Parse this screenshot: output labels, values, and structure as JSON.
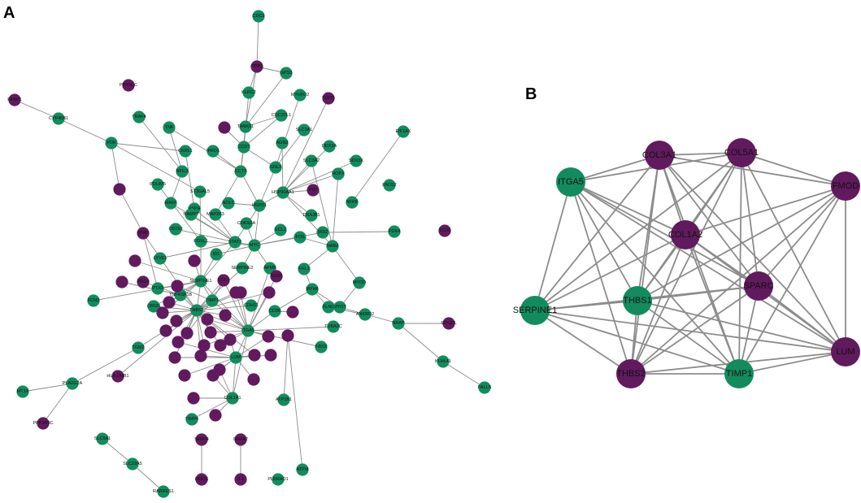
{
  "colors": {
    "green": "#128c5e",
    "purple": "#611a5e",
    "edge": "#8c8c8c"
  },
  "panels": {
    "a_label": "A",
    "b_label": "B"
  },
  "network_a": {
    "nodes": [
      {
        "id": "CDC2",
        "label": "CDC2",
        "c": "g"
      },
      {
        "id": "PP1",
        "label": "PPP1",
        "c": "p"
      },
      {
        "id": "GPS3",
        "label": "GPS3",
        "c": "g"
      },
      {
        "id": "PPP3CC",
        "label": "PPP3CC",
        "c": "p"
      },
      {
        "id": "KLRC2",
        "label": "KLRC2",
        "c": "g"
      },
      {
        "id": "MTHFD2",
        "label": "MTHFD2",
        "c": "g"
      },
      {
        "id": "TGDS",
        "label": "TGDS",
        "c": "p"
      },
      {
        "id": "FKBP1",
        "label": "FKBP1",
        "c": "p"
      },
      {
        "id": "CYP46",
        "label": "CYP46B1",
        "c": "g"
      },
      {
        "id": "TRAF4",
        "label": "TRAF4",
        "c": "g"
      },
      {
        "id": "TNF",
        "label": "TNF",
        "c": "g"
      },
      {
        "id": "P6",
        "label": "",
        "c": "p"
      },
      {
        "id": "CDC37L1",
        "label": "CDC37L1",
        "c": "g"
      },
      {
        "id": "TANK01",
        "label": "TANK01",
        "c": "g"
      },
      {
        "id": "SLC3A1",
        "label": "SLC3A1",
        "c": "g"
      },
      {
        "id": "EIF1AX",
        "label": "EIF1AX",
        "c": "g"
      },
      {
        "id": "PDK",
        "label": "PDK",
        "c": "g"
      },
      {
        "id": "CKRL1",
        "label": "CKRL1",
        "c": "g"
      },
      {
        "id": "IFRD1",
        "label": "IFRD1",
        "c": "g"
      },
      {
        "id": "CCDT",
        "label": "CCDT",
        "c": "g"
      },
      {
        "id": "AGN3",
        "label": "AGN3",
        "c": "g"
      },
      {
        "id": "DDX3A",
        "label": "DDX3A",
        "c": "g"
      },
      {
        "id": "SLC3A2",
        "label": "SLC3A2",
        "c": "g"
      },
      {
        "id": "SDX3X",
        "label": "SDX3X",
        "c": "g"
      },
      {
        "id": "NFIL3",
        "label": "NFIL3",
        "c": "g"
      },
      {
        "id": "CCT3",
        "label": "CCT3",
        "c": "g"
      },
      {
        "id": "GNL3",
        "label": "GNL3",
        "c": "g"
      },
      {
        "id": "HSPA4",
        "label": "HOPX",
        "c": "g"
      },
      {
        "id": "P4",
        "label": "",
        "c": "p"
      },
      {
        "id": "PDLIM5",
        "label": "PDLIM5",
        "c": "g"
      },
      {
        "id": "ST3GAL5",
        "label": "ST3GAL5",
        "c": "g"
      },
      {
        "id": "NOLC",
        "label": "NOLC",
        "c": "g"
      },
      {
        "id": "HSP90AA1",
        "label": "HSP90AA1",
        "c": "g"
      },
      {
        "id": "P7",
        "label": "PR7",
        "c": "p"
      },
      {
        "id": "FADS2",
        "label": "FADS2",
        "c": "g"
      },
      {
        "id": "MAFF",
        "label": "MAFF",
        "c": "g"
      },
      {
        "id": "NFKB",
        "label": "NFKB",
        "c": "g"
      },
      {
        "id": "HSPD1",
        "label": "HSPD1",
        "c": "g"
      },
      {
        "id": "DNAJB1",
        "label": "DNAJB1",
        "c": "g"
      },
      {
        "id": "HSPH",
        "label": "HSPH",
        "c": "g"
      },
      {
        "id": "NAMPT",
        "label": "NAMPT",
        "c": "g"
      },
      {
        "id": "MAP2K3",
        "label": "MAP2K3",
        "c": "g"
      },
      {
        "id": "CDKN1A",
        "label": "CDKN1A",
        "c": "g"
      },
      {
        "id": "ECL1",
        "label": "ECL1",
        "c": "g"
      },
      {
        "id": "IRS2",
        "label": "IRS2",
        "c": "g"
      },
      {
        "id": "PDK4",
        "label": "PDK4",
        "c": "g"
      },
      {
        "id": "SCD5",
        "label": "SCD5",
        "c": "p"
      },
      {
        "id": "PNR",
        "label": "PNR",
        "c": "p"
      },
      {
        "id": "CD163",
        "label": "CD163",
        "c": "g"
      },
      {
        "id": "STAT3",
        "label": "STAT3",
        "c": "g"
      },
      {
        "id": "MYC",
        "label": "MYC",
        "c": "g"
      },
      {
        "id": "FOS",
        "label": "FOS",
        "c": "g"
      },
      {
        "id": "NAB2",
        "label": "NAB2",
        "c": "g"
      },
      {
        "id": "FOSL1",
        "label": "FOSL1",
        "c": "g"
      },
      {
        "id": "ID1",
        "label": "ID1",
        "c": "g"
      },
      {
        "id": "LYVE1",
        "label": "LYVE1",
        "c": "g"
      },
      {
        "id": "PT1",
        "label": "",
        "c": "p"
      },
      {
        "id": "SERPINE2",
        "label": "SERPINE2",
        "c": "g"
      },
      {
        "id": "APMB",
        "label": "APMB",
        "c": "g"
      },
      {
        "id": "FHL1",
        "label": "FHL1",
        "c": "g"
      },
      {
        "id": "PRG4",
        "label": "PRG4",
        "c": "p"
      },
      {
        "id": "MYOD",
        "label": "MYOD",
        "c": "g"
      },
      {
        "id": "FHT",
        "label": "",
        "c": "p"
      },
      {
        "id": "PTX3",
        "label": "PTX3",
        "c": "g"
      },
      {
        "id": "TNFRSF1B",
        "label": "TNFRSF1B",
        "c": "g"
      },
      {
        "id": "SERPINE1",
        "label": "SERPINE1",
        "c": "g"
      },
      {
        "id": "COL5",
        "label": "COL5",
        "c": "p"
      },
      {
        "id": "TIMP1",
        "label": "TIMP1",
        "c": "g"
      },
      {
        "id": "LYP",
        "label": "",
        "c": "p"
      },
      {
        "id": "MYH6",
        "label": "MYH6",
        "c": "g"
      },
      {
        "id": "MYOT",
        "label": "MYOT",
        "c": "g"
      },
      {
        "id": "FCN3",
        "label": "FCN3",
        "c": "g"
      },
      {
        "id": "CRGN",
        "label": "CRGN",
        "c": "g"
      },
      {
        "id": "THBS1",
        "label": "THBS1",
        "c": "g"
      },
      {
        "id": "CD36",
        "label": "CD36",
        "c": "g"
      },
      {
        "id": "CDH11",
        "label": "CDH11",
        "c": "g"
      },
      {
        "id": "FLNC",
        "label": "FLNC",
        "c": "g"
      },
      {
        "id": "ANKRD2",
        "label": "ANKRD2",
        "c": "g"
      },
      {
        "id": "NRAP",
        "label": "NRAP",
        "c": "g"
      },
      {
        "id": "STK32L",
        "label": "STK32L",
        "c": "p"
      },
      {
        "id": "ITGA5",
        "label": "ITGA5",
        "c": "g"
      },
      {
        "id": "TUBA3C",
        "label": "TUBA3C",
        "c": "g"
      },
      {
        "id": "TGM2",
        "label": "TGM2",
        "c": "g"
      },
      {
        "id": "KLHL41",
        "label": "KLHL41",
        "c": "g"
      },
      {
        "id": "FBX3",
        "label": "FBX3",
        "c": "g"
      },
      {
        "id": "LUM",
        "label": "LUM",
        "c": "g"
      },
      {
        "id": "HLA",
        "label": "HLA-DRB1",
        "c": "p"
      },
      {
        "id": "PLA2G2A",
        "label": "PLA2G2A",
        "c": "g"
      },
      {
        "id": "MT1X",
        "label": "MT1X",
        "c": "g"
      },
      {
        "id": "PPP1R3C",
        "label": "PPP1R3C",
        "c": "p"
      },
      {
        "id": "ATP1B1",
        "label": "ATP1B1",
        "c": "g"
      },
      {
        "id": "FALLS",
        "label": "FALLS",
        "c": "g"
      },
      {
        "id": "TIMP4",
        "label": "TIMP4",
        "c": "g"
      },
      {
        "id": "COL1A1",
        "label": "COL1A1",
        "c": "g"
      },
      {
        "id": "ATPM",
        "label": "ATPM",
        "c": "g"
      },
      {
        "id": "SLC9A1",
        "label": "SLC9A1",
        "c": "g"
      },
      {
        "id": "SLC22A5",
        "label": "SLC22A5",
        "c": "g"
      },
      {
        "id": "RARRES1",
        "label": "RARRES1",
        "c": "g"
      },
      {
        "id": "SFRP4",
        "label": "SFRP4",
        "c": "p"
      },
      {
        "id": "NR4A2",
        "label": "NR4A2",
        "c": "p"
      },
      {
        "id": "IL1",
        "label": "IL1",
        "c": "p"
      },
      {
        "id": "HMOX",
        "label": "HMOX",
        "c": "p"
      },
      {
        "id": "PLEKHO1",
        "label": "PLEKHO1",
        "c": "g"
      },
      {
        "id": "P1",
        "label": "",
        "c": "p"
      },
      {
        "id": "P2",
        "label": "",
        "c": "p"
      },
      {
        "id": "P3",
        "label": "",
        "c": "p"
      },
      {
        "id": "P5",
        "label": "",
        "c": "p"
      },
      {
        "id": "P8",
        "label": "",
        "c": "p"
      },
      {
        "id": "P9",
        "label": "",
        "c": "p"
      },
      {
        "id": "P10",
        "label": "",
        "c": "p"
      },
      {
        "id": "P11",
        "label": "",
        "c": "p"
      },
      {
        "id": "P12",
        "label": "",
        "c": "p"
      },
      {
        "id": "P13",
        "label": "",
        "c": "p"
      },
      {
        "id": "P14",
        "label": "",
        "c": "p"
      },
      {
        "id": "P15",
        "label": "",
        "c": "p"
      },
      {
        "id": "P16",
        "label": "",
        "c": "p"
      },
      {
        "id": "P17",
        "label": "",
        "c": "p"
      },
      {
        "id": "P18",
        "label": "",
        "c": "p"
      },
      {
        "id": "P19",
        "label": "",
        "c": "p"
      },
      {
        "id": "P20",
        "label": "",
        "c": "p"
      },
      {
        "id": "P21",
        "label": "",
        "c": "p"
      },
      {
        "id": "P22",
        "label": "",
        "c": "p"
      },
      {
        "id": "P23",
        "label": "",
        "c": "p"
      },
      {
        "id": "P24",
        "label": "",
        "c": "p"
      },
      {
        "id": "P25",
        "label": "",
        "c": "p"
      },
      {
        "id": "P26",
        "label": "",
        "c": "p"
      },
      {
        "id": "P27",
        "label": "",
        "c": "p"
      },
      {
        "id": "P28",
        "label": "",
        "c": "p"
      },
      {
        "id": "P29",
        "label": "",
        "c": "p"
      },
      {
        "id": "P30",
        "label": "",
        "c": "p"
      },
      {
        "id": "P31",
        "label": "",
        "c": "p"
      },
      {
        "id": "P32",
        "label": "",
        "c": "p"
      },
      {
        "id": "SOX9",
        "label": "SOX9",
        "c": "p"
      },
      {
        "id": "HOPX",
        "label": "HOPX",
        "c": "g"
      }
    ]
  },
  "network_b": {
    "nodes": [
      {
        "id": "COL3A1",
        "label": "COL3A1",
        "c": "p"
      },
      {
        "id": "COL5A1",
        "label": "COL5A1",
        "c": "p"
      },
      {
        "id": "ITGA5",
        "label": "ITGA5",
        "c": "g"
      },
      {
        "id": "FMOD",
        "label": "FMOD",
        "c": "p"
      },
      {
        "id": "COL1A2",
        "label": "COL1A2",
        "c": "p"
      },
      {
        "id": "SPARC",
        "label": "SPARC",
        "c": "p"
      },
      {
        "id": "THBS1",
        "label": "THBS1",
        "c": "g"
      },
      {
        "id": "SERPINE1",
        "label": "SERPINE1",
        "c": "g"
      },
      {
        "id": "LUM",
        "label": "LUM",
        "c": "p"
      },
      {
        "id": "THBS2",
        "label": "THBS2",
        "c": "p"
      },
      {
        "id": "TIMP1",
        "label": "TIMP1",
        "c": "g"
      }
    ],
    "edges": [
      [
        "COL3A1",
        "COL5A1"
      ],
      [
        "COL3A1",
        "ITGA5"
      ],
      [
        "COL3A1",
        "COL1A2"
      ],
      [
        "COL3A1",
        "SPARC"
      ],
      [
        "COL3A1",
        "THBS1"
      ],
      [
        "COL3A1",
        "SERPINE1"
      ],
      [
        "COL3A1",
        "LUM"
      ],
      [
        "COL3A1",
        "THBS2"
      ],
      [
        "COL3A1",
        "TIMP1"
      ],
      [
        "COL3A1",
        "FMOD"
      ],
      [
        "COL5A1",
        "ITGA5"
      ],
      [
        "COL5A1",
        "FMOD"
      ],
      [
        "COL5A1",
        "COL1A2"
      ],
      [
        "COL5A1",
        "SPARC"
      ],
      [
        "COL5A1",
        "THBS1"
      ],
      [
        "COL5A1",
        "LUM"
      ],
      [
        "COL5A1",
        "THBS2"
      ],
      [
        "COL5A1",
        "TIMP1"
      ],
      [
        "COL5A1",
        "SERPINE1"
      ],
      [
        "ITGA5",
        "COL1A2"
      ],
      [
        "ITGA5",
        "SPARC"
      ],
      [
        "ITGA5",
        "THBS1"
      ],
      [
        "ITGA5",
        "SERPINE1"
      ],
      [
        "ITGA5",
        "THBS2"
      ],
      [
        "ITGA5",
        "TIMP1"
      ],
      [
        "ITGA5",
        "LUM"
      ],
      [
        "FMOD",
        "COL1A2"
      ],
      [
        "FMOD",
        "SPARC"
      ],
      [
        "FMOD",
        "LUM"
      ],
      [
        "FMOD",
        "THBS2"
      ],
      [
        "FMOD",
        "TIMP1"
      ],
      [
        "FMOD",
        "THBS1"
      ],
      [
        "COL1A2",
        "SPARC"
      ],
      [
        "COL1A2",
        "THBS1"
      ],
      [
        "COL1A2",
        "SERPINE1"
      ],
      [
        "COL1A2",
        "LUM"
      ],
      [
        "COL1A2",
        "THBS2"
      ],
      [
        "COL1A2",
        "TIMP1"
      ],
      [
        "SPARC",
        "THBS1"
      ],
      [
        "SPARC",
        "SERPINE1"
      ],
      [
        "SPARC",
        "LUM"
      ],
      [
        "SPARC",
        "THBS2"
      ],
      [
        "SPARC",
        "TIMP1"
      ],
      [
        "THBS1",
        "SERPINE1"
      ],
      [
        "THBS1",
        "LUM"
      ],
      [
        "THBS1",
        "THBS2"
      ],
      [
        "THBS1",
        "TIMP1"
      ],
      [
        "SERPINE1",
        "THBS2"
      ],
      [
        "SERPINE1",
        "TIMP1"
      ],
      [
        "SERPINE1",
        "LUM"
      ],
      [
        "LUM",
        "THBS2"
      ],
      [
        "LUM",
        "TIMP1"
      ],
      [
        "THBS2",
        "TIMP1"
      ]
    ]
  }
}
